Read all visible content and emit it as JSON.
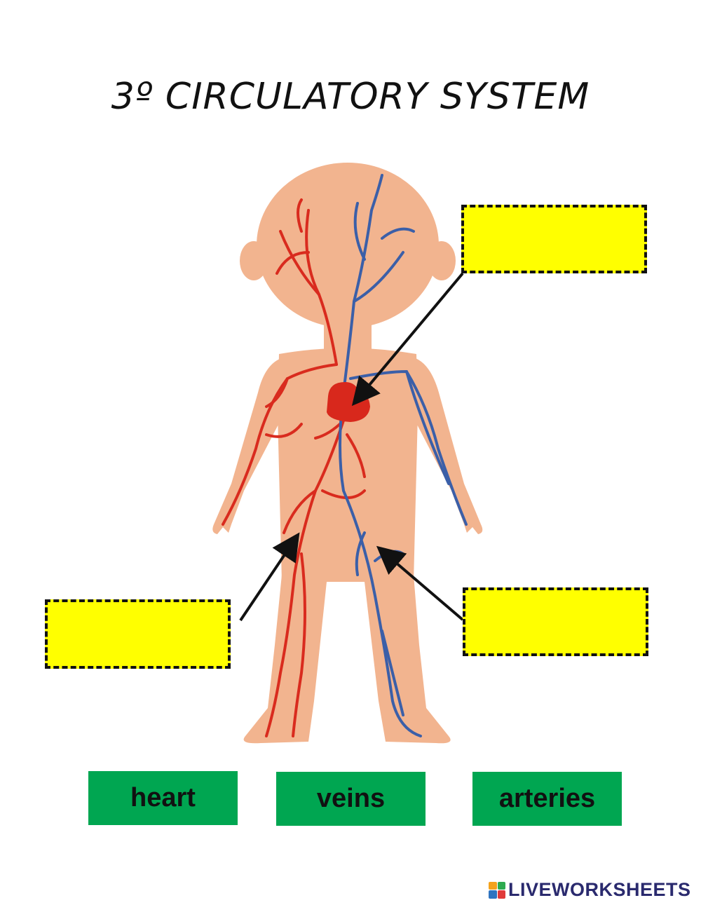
{
  "worksheet": {
    "title": "3º CIRCULATORY SYSTEM"
  },
  "drop_zones": [
    {
      "id": "heart-target",
      "value": ""
    },
    {
      "id": "veins-target",
      "value": ""
    },
    {
      "id": "arteries-target",
      "value": ""
    }
  ],
  "word_bank": [
    {
      "label": "heart"
    },
    {
      "label": "veins"
    },
    {
      "label": "arteries"
    }
  ],
  "footer": {
    "brand": "LIVEWORKSHEETS"
  },
  "colors": {
    "skin": "#f2b48f",
    "artery": "#d92b1e",
    "vein": "#3b5fa8",
    "heart": "#d8281c",
    "drop_box": "#ffff00",
    "word_card": "#00a651"
  }
}
